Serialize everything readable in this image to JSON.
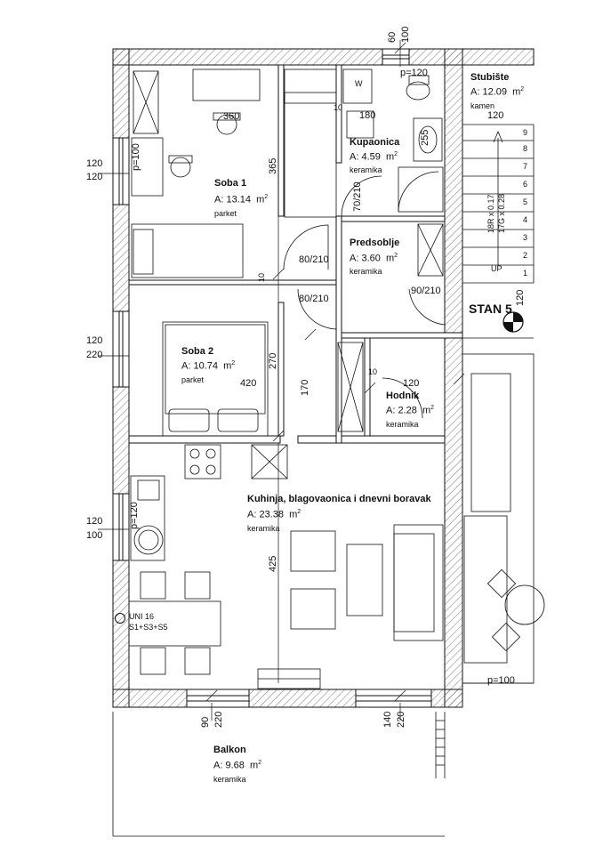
{
  "rooms": {
    "soba1": {
      "name": "Soba 1",
      "area": "A: 13.14",
      "unit": "m",
      "material": "parket"
    },
    "soba2": {
      "name": "Soba 2",
      "area": "A: 10.74",
      "unit": "m",
      "material": "parket"
    },
    "kupaonica": {
      "name": "Kupaonica",
      "area": "A: 4.59",
      "unit": "m",
      "material": "keramika"
    },
    "predsoblje": {
      "name": "Predsoblje",
      "area": "A: 3.60",
      "unit": "m",
      "material": "keramika"
    },
    "hodnik": {
      "name": "Hodnik",
      "area": "A: 2.28",
      "unit": "m",
      "material": "keramika"
    },
    "kuhinja": {
      "name": "Kuhinja, blagovaonica i dnevni boravak",
      "area": "A: 23.38",
      "unit": "m",
      "material": "keramika"
    },
    "balkon": {
      "name": "Balkon",
      "area": "A: 9.68",
      "unit": "m",
      "material": "keramika"
    },
    "stubiste": {
      "name": "Stubište",
      "area": "A: 12.09",
      "unit": "m",
      "material": "kamen"
    }
  },
  "area_sup": "2",
  "unit_label": "STAN 5",
  "dimensions": {
    "d360": "360",
    "d365": "365",
    "d180": "180",
    "d255": "255",
    "d120a": "120",
    "d120b": "120",
    "d120c": "120",
    "d270": "270",
    "d420": "420",
    "d170": "170",
    "d10a": "10",
    "d10b": "10",
    "d10c": "10",
    "d425": "425",
    "top60": "60",
    "top100": "100",
    "l120a": "120",
    "l120b": "120",
    "l120c": "120",
    "l220": "220",
    "l120d": "120",
    "l100": "100",
    "b90": "90",
    "b220a": "220",
    "b140": "140",
    "b220b": "220",
    "d120d": "120"
  },
  "door_labels": {
    "d80_210a": "80/210",
    "d80_210b": "80/210",
    "d70_210": "70/210",
    "d90_210": "90/210"
  },
  "notes": {
    "p100a": "p=100",
    "p120a": "p=120",
    "p120b": "p=120",
    "p100b": "p=100",
    "washer": "W",
    "stair_a": "18R x 0.17",
    "stair_b": "17G x 0.28",
    "up": "UP",
    "uni": "UNI 16",
    "uni_sub": "S1+S3+S5"
  },
  "stair_numbers": [
    "9",
    "8",
    "7",
    "6",
    "5",
    "4",
    "3",
    "2",
    "1"
  ]
}
